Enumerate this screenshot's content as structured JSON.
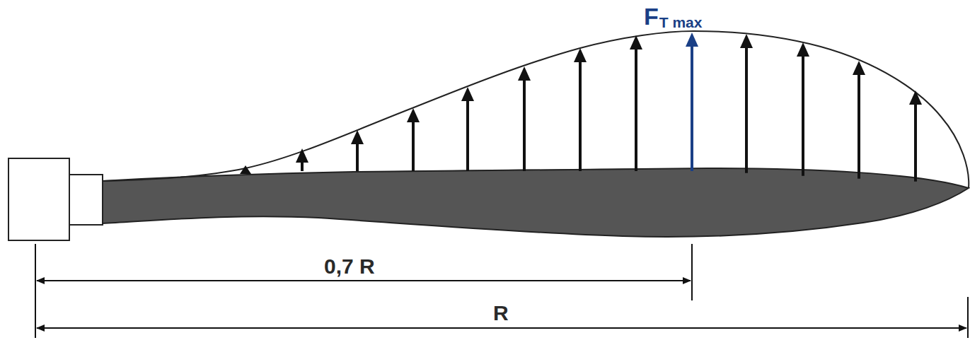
{
  "diagram": {
    "labels": [
      "F",
      "T max",
      "0,7 R",
      "R"
    ]
  }
}
